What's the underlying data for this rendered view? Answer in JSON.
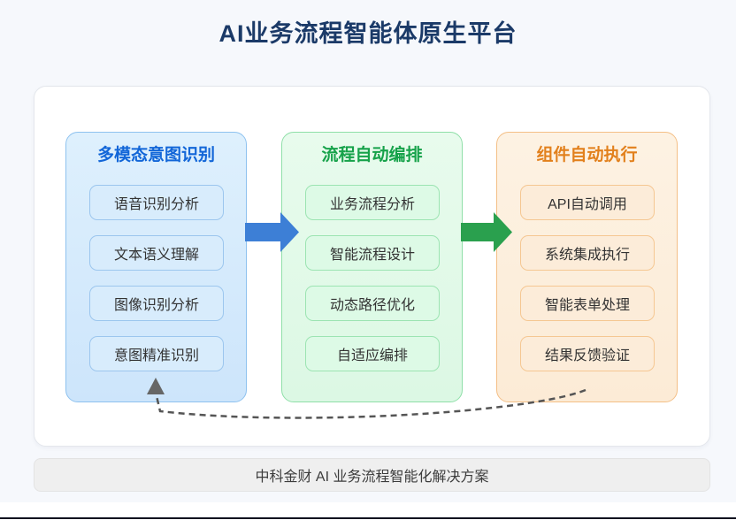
{
  "title": "AI业务流程智能体原生平台",
  "footer": "中科金财 AI 业务流程智能化解决方案",
  "diagram": {
    "columns": [
      {
        "title": "多模态意图识别",
        "items": [
          "语音识别分析",
          "文本语义理解",
          "图像识别分析",
          "意图精准识别"
        ]
      },
      {
        "title": "流程自动编排",
        "items": [
          "业务流程分析",
          "智能流程设计",
          "动态路径优化",
          "自适应编排"
        ]
      },
      {
        "title": "组件自动执行",
        "items": [
          "API自动调用",
          "系统集成执行",
          "智能表单处理",
          "结果反馈验证"
        ]
      }
    ],
    "flow": {
      "arrow_1": "blue-arrow from 多模态意图识别 to 流程自动编排",
      "arrow_2": "green-arrow from 流程自动编排 to 组件自动执行",
      "feedback": "dashed feedback arrow from 组件自动执行 back to 多模态意图识别"
    }
  },
  "colors": {
    "title_navy": "#1b3a68",
    "blue_header": "#1266d8",
    "green_header": "#16a24a",
    "orange_header": "#e2801c",
    "arrow_blue": "#3d7fd6",
    "arrow_green": "#2aa04e",
    "dashed_line": "#555555",
    "dashed_arrowhead": "#666666",
    "page_background": "#f6f8fc"
  }
}
